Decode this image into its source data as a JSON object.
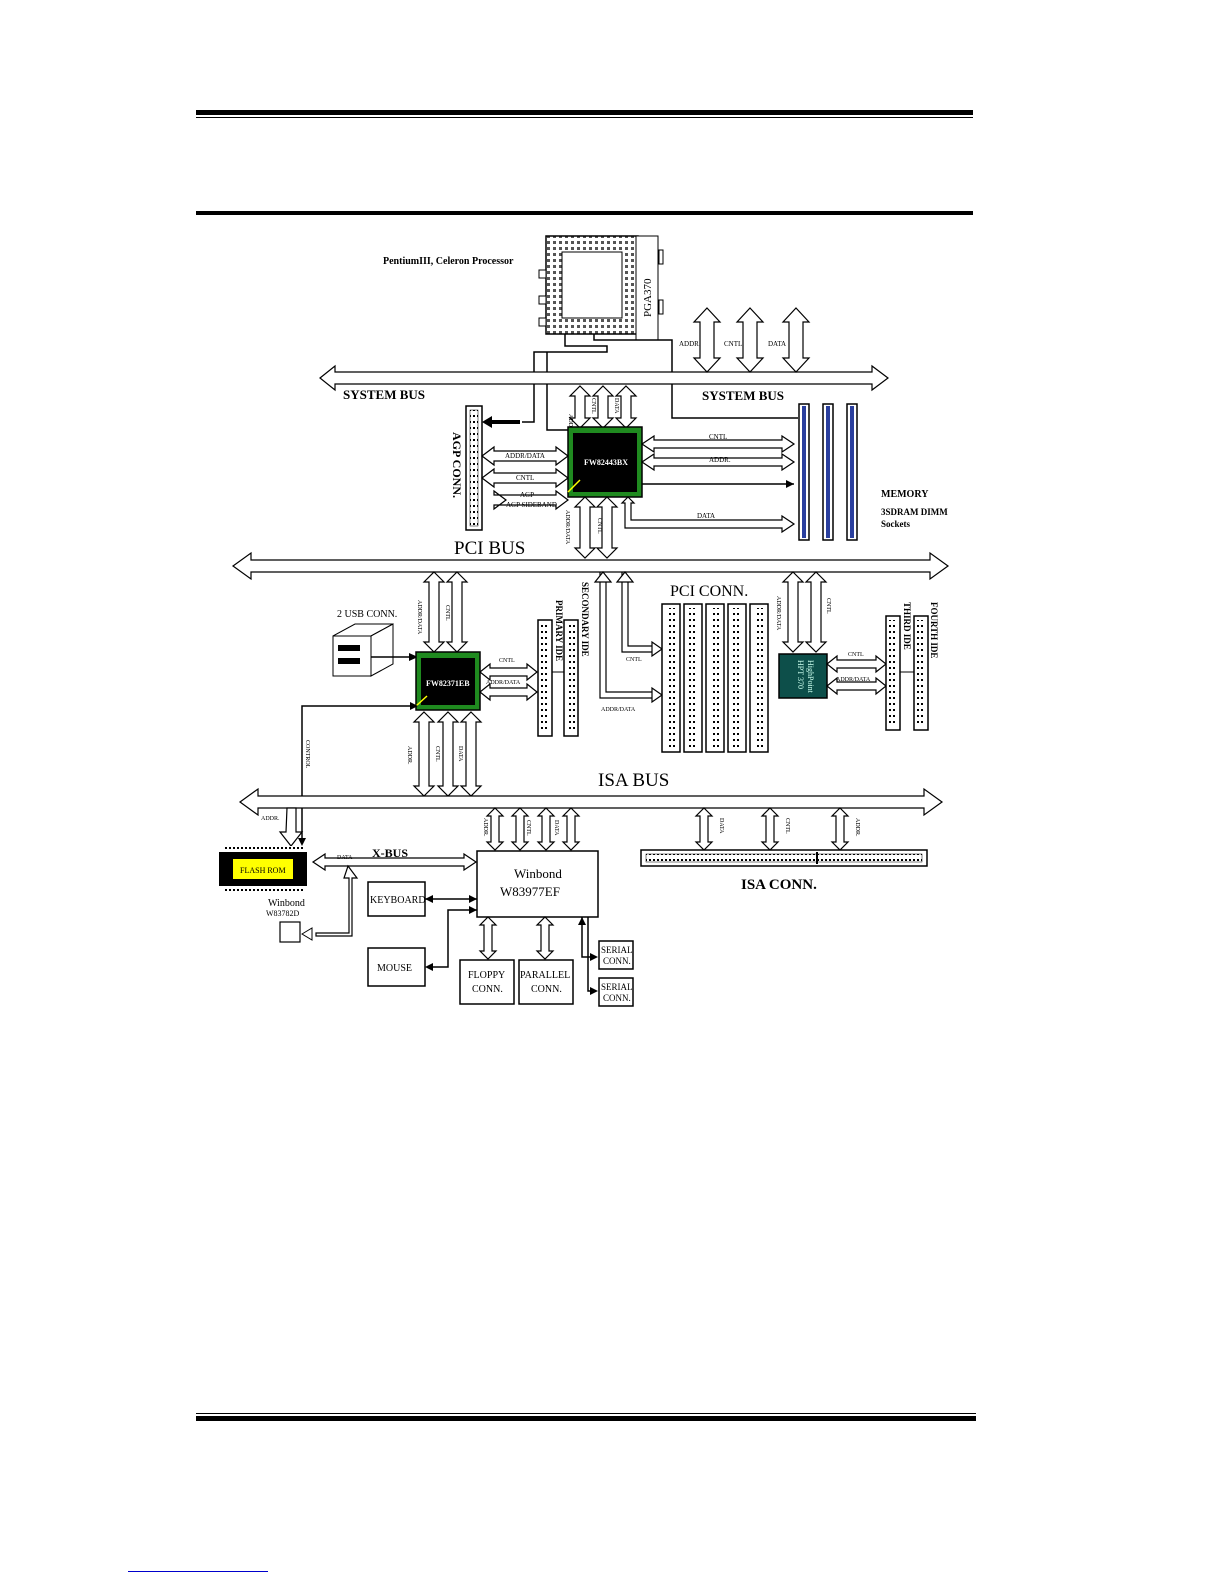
{
  "labels": {
    "processor": "PentiumIII, Celeron Processor",
    "socket": "PGA370",
    "system_bus": "SYSTEM BUS",
    "addr": "ADDR.",
    "cntl": "CNTL",
    "data": "DATA",
    "addr_data": "ADDR/DATA",
    "agp_sideband": "AGP SIDEBAND",
    "agp_conn": "AGP CONN.",
    "north_bridge": "FW82443BX",
    "memory": "MEMORY",
    "memory_desc_1": "3SDRAM DIMM",
    "memory_desc_2": "Sockets",
    "pci_bus": "PCI BUS",
    "usb_conn": "2 USB CONN.",
    "south_bridge": "FW82371EB",
    "primary_ide": "PRIMARY IDE",
    "secondary_ide": "SECONDARY IDE",
    "pci_conn": "PCI CONN.",
    "hpt_chip_1": "HighPoint",
    "hpt_chip_2": "HPT 370",
    "third_ide": "THIRD IDE",
    "fourth_ide": "FOURTH IDE",
    "control": "CONTROL",
    "isa_bus": "ISA BUS",
    "flash_rom": "FLASH ROM",
    "x_bus": "X-BUS",
    "winbond_hw_1": "Winbond",
    "winbond_hw_2": "W83782D",
    "keyboard": "KEYBOARD",
    "mouse": "MOUSE",
    "superio_1": "Winbond",
    "superio_2": "W83977EF",
    "floppy_1": "FLOPPY",
    "floppy_2": "CONN.",
    "parallel_1": "PARALLEL",
    "parallel_2": "CONN.",
    "serial_1": "SERIAL",
    "serial_2": "CONN.",
    "isa_conn": "ISA CONN."
  },
  "colors": {
    "chip_green": "#1f8a1f",
    "chip_core": "#000000",
    "flash_yellow": "#ffff00",
    "hpt_teal": "#0d4f4a",
    "dimm_blue": "#2a3f9e"
  }
}
